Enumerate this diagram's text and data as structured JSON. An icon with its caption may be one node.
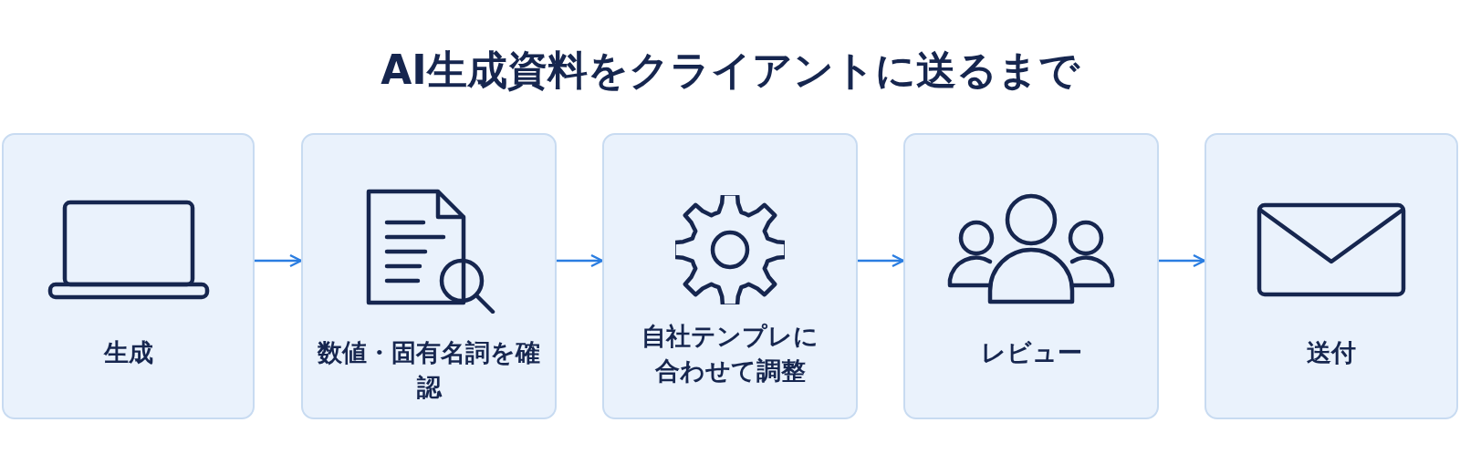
{
  "diagram": {
    "title": "AI生成資料をクライアントに送るまで",
    "nodes": [
      {
        "text": [
          "生成"
        ]
      },
      {
        "text": [
          "数値・固有名詞を確認"
        ]
      },
      {
        "text": [
          "自社テンプレに合わせて調整"
        ]
      },
      {
        "text": [
          "レビュー"
        ]
      },
      {
        "text": [
          "送付"
        ]
      }
    ],
    "edges": [
      {
        "from": 0,
        "to": 1,
        "arrow": "to"
      },
      {
        "from": 1,
        "to": 2,
        "arrow": "to"
      },
      {
        "from": 2,
        "to": 3,
        "arrow": "to"
      },
      {
        "from": 3,
        "to": 4,
        "arrow": "to"
      }
    ]
  }
}
